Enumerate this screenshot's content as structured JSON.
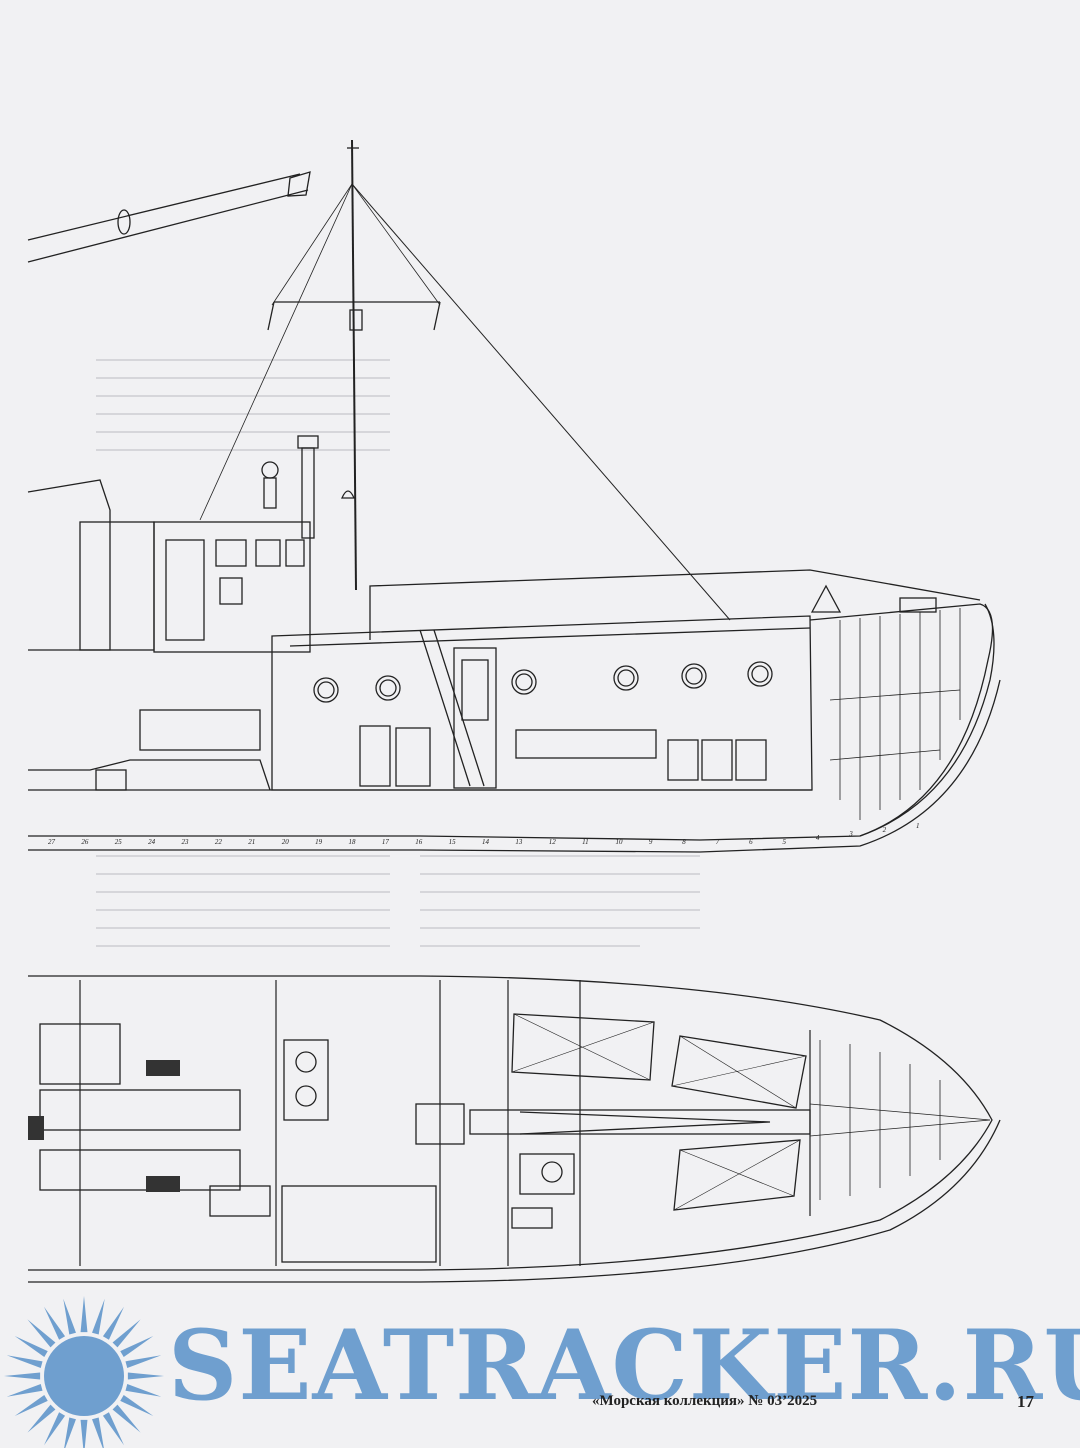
{
  "drawing": {
    "frame_numbers": [
      "27",
      "26",
      "25",
      "24",
      "23",
      "22",
      "21",
      "20",
      "19",
      "18",
      "17",
      "16",
      "15",
      "14",
      "13",
      "12",
      "11",
      "10",
      "9",
      "8",
      "7",
      "6",
      "5",
      "4",
      "3",
      "2",
      "1"
    ]
  },
  "watermark": {
    "text": "SEATRACKER.RU",
    "color": "#6f9fcf"
  },
  "footer": {
    "magazine": "«Морская коллекция» № 03’2025",
    "page_number": "17"
  }
}
